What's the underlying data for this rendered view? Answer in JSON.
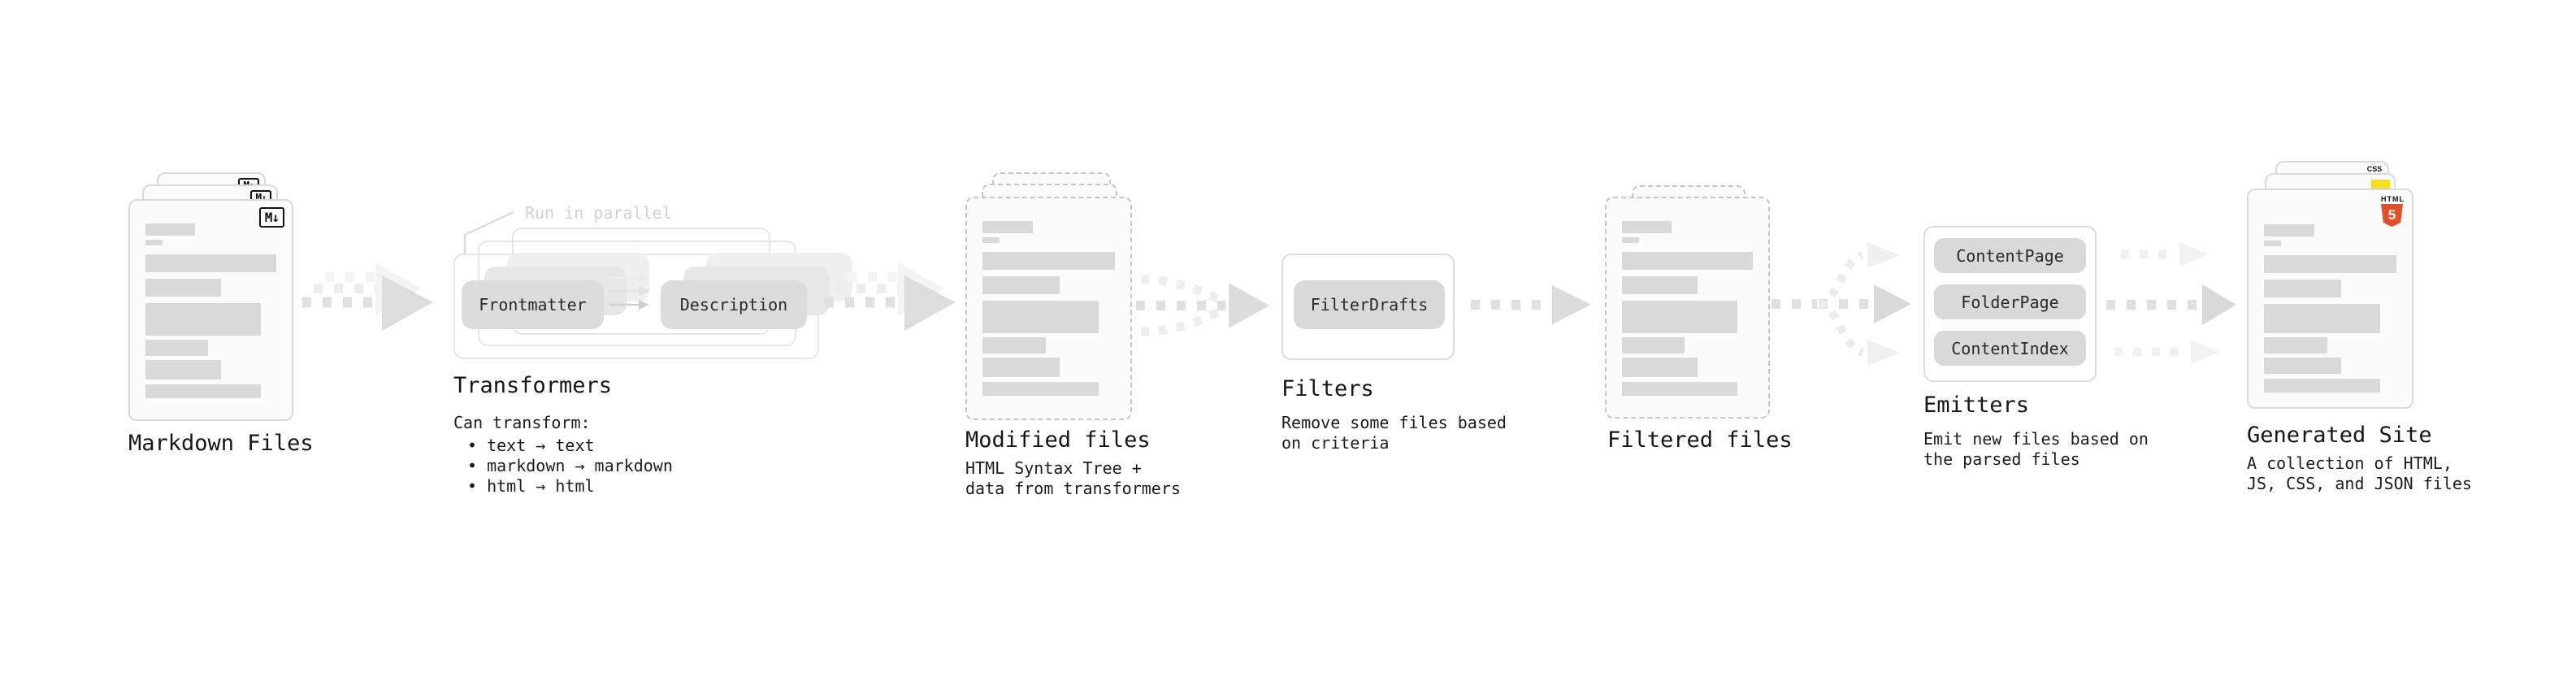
{
  "diagram": {
    "markdown_files": {
      "label": "Markdown Files",
      "icon": "M↓"
    },
    "transformers": {
      "callout": "Run in parallel",
      "step_a": "Frontmatter",
      "step_b": "Description",
      "label": "Transformers",
      "desc_title": "Can transform:",
      "bullets": [
        "• text → text",
        "• markdown → markdown",
        "• html → html"
      ]
    },
    "modified_files": {
      "label": "Modified files",
      "desc_line1": "HTML Syntax Tree +",
      "desc_line2": "data from transformers"
    },
    "filters": {
      "label": "Filters",
      "button": "FilterDrafts",
      "desc_line1": "Remove some files based",
      "desc_line2": "on criteria"
    },
    "filtered_files": {
      "label": "Filtered files"
    },
    "emitters": {
      "label": "Emitters",
      "buttons": [
        "ContentPage",
        "FolderPage",
        "ContentIndex"
      ],
      "desc_line1": "Emit new files based on",
      "desc_line2": "the parsed files"
    },
    "generated_site": {
      "label": "Generated Site",
      "desc_line1": "A collection of HTML,",
      "desc_line2": "JS, CSS, and JSON files",
      "css_badge": "CSS",
      "html_badge_top": "HTML",
      "html_badge_number": "5"
    }
  },
  "colors": {
    "html5_orange": "#e44d26",
    "js_yellow": "#f7df1e",
    "css_blue": "#2965f1",
    "bar_gray": "#d9d9d9",
    "arrow_gray": "#dedede"
  }
}
